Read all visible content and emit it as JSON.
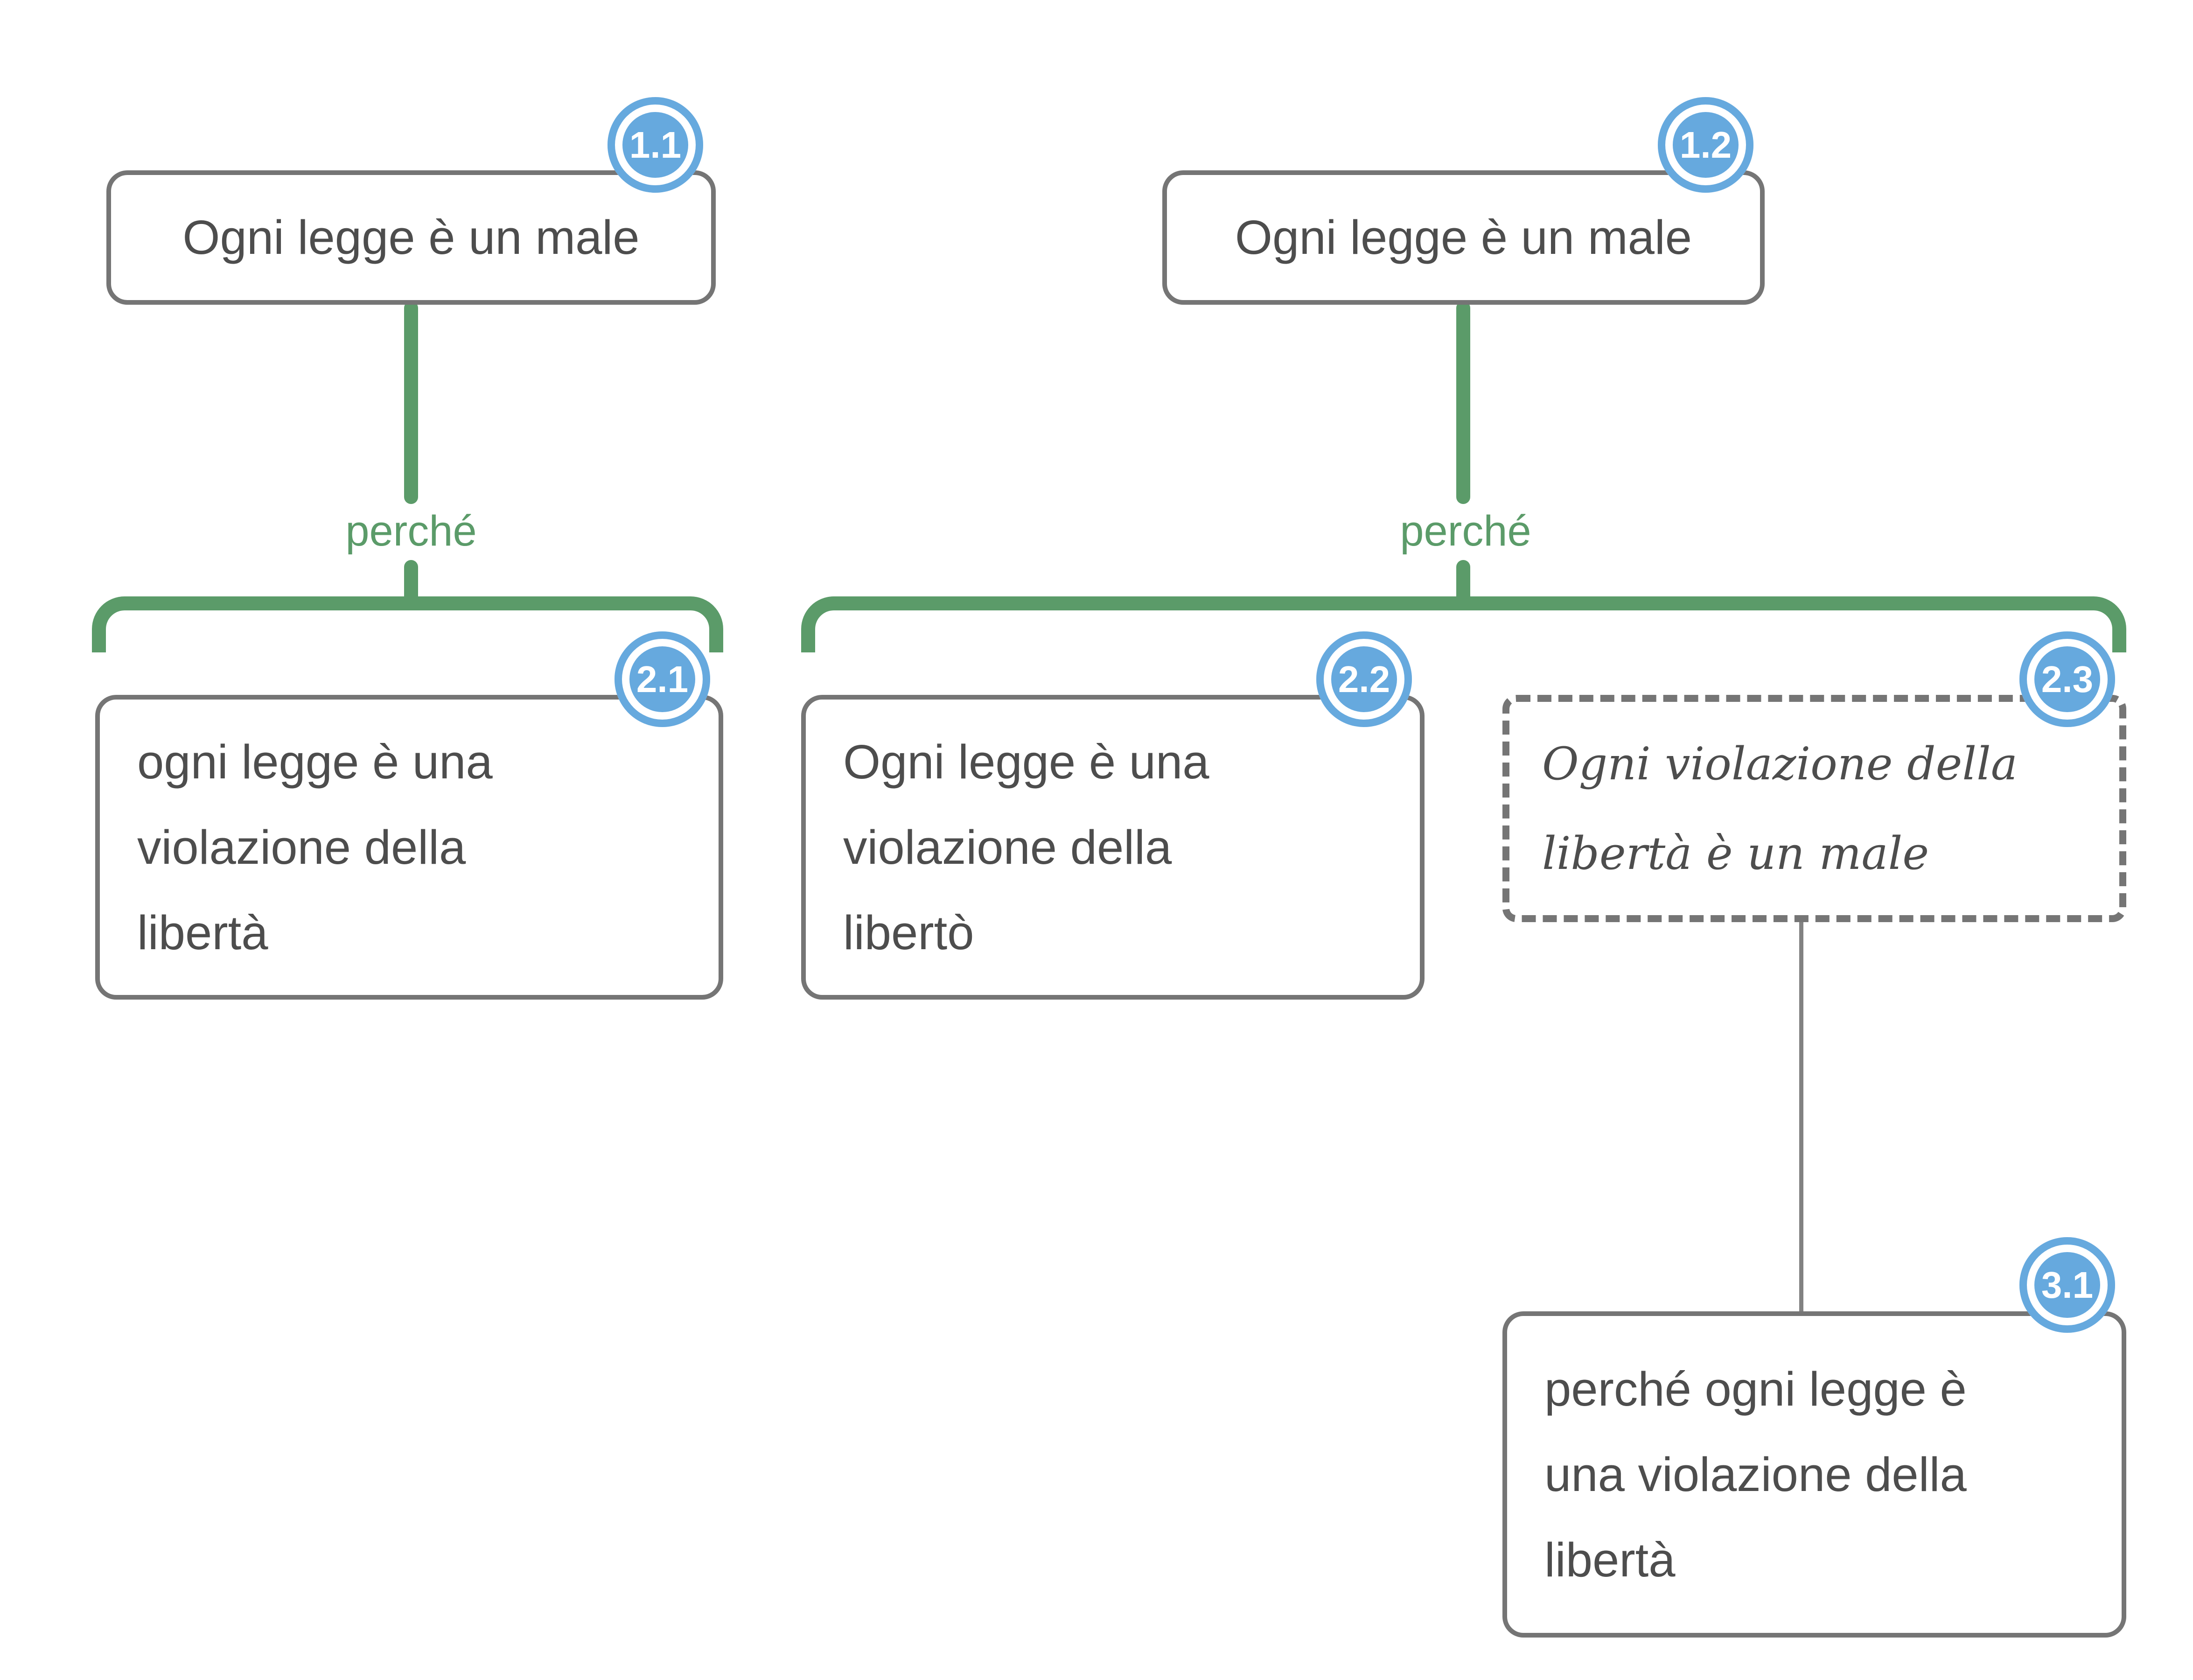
{
  "colors": {
    "connector_green": "#5b9b69",
    "badge_blue": "#66a9de",
    "box_border_gray": "#757575",
    "text_gray": "#4d4d4d",
    "thin_line_gray": "#828282"
  },
  "relation": {
    "left_label": "perché",
    "right_label": "perché"
  },
  "nodes": {
    "n1_1": {
      "badge": "1.1",
      "text": "Ogni legge è un male"
    },
    "n1_2": {
      "badge": "1.2",
      "text": "Ogni legge è un male"
    },
    "n2_1": {
      "badge": "2.1",
      "text": "ogni legge è una\nviolazione della\nlibertà"
    },
    "n2_2": {
      "badge": "2.2",
      "text": "Ogni legge è una\nviolazione della\nlibertò"
    },
    "n2_3": {
      "badge": "2.3",
      "text": "Ogni violazione della\nlibertà è un male"
    },
    "n3_1": {
      "badge": "3.1",
      "text": "perché ogni legge è\nuna violazione della\nlibertà"
    }
  }
}
